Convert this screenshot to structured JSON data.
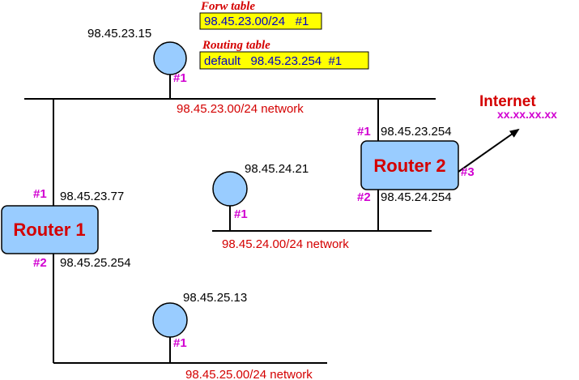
{
  "colors": {
    "node_fill": "#99ccff",
    "table_fill": "#ffff00",
    "line": "#000000",
    "network_label": "#d40000",
    "port_label": "#d100d1",
    "table_text": "#0000c8"
  },
  "tables": {
    "forw_title": "Forw table",
    "forw_entry": "98.45.23.00/24   #1",
    "routing_title": "Routing table",
    "routing_entry": "default   98.45.23.254  #1"
  },
  "hosts": {
    "h1": {
      "ip": "98.45.23.15",
      "port": "#1"
    },
    "h2": {
      "ip": "98.45.24.21",
      "port": "#1"
    },
    "h3": {
      "ip": "98.45.25.13",
      "port": "#1"
    }
  },
  "networks": {
    "n23": "98.45.23.00/24 network",
    "n24": "98.45.24.00/24 network",
    "n25": "98.45.25.00/24 network"
  },
  "router1": {
    "name": "Router 1",
    "port1": "#1",
    "ip1": "98.45.23.77",
    "port2": "#2",
    "ip2": "98.45.25.254"
  },
  "router2": {
    "name": "Router 2",
    "port1": "#1",
    "ip1": "98.45.23.254",
    "port2": "#2",
    "ip2": "98.45.24.254",
    "port3": "#3"
  },
  "internet": {
    "title": "Internet",
    "address": "xx.xx.xx.xx"
  }
}
